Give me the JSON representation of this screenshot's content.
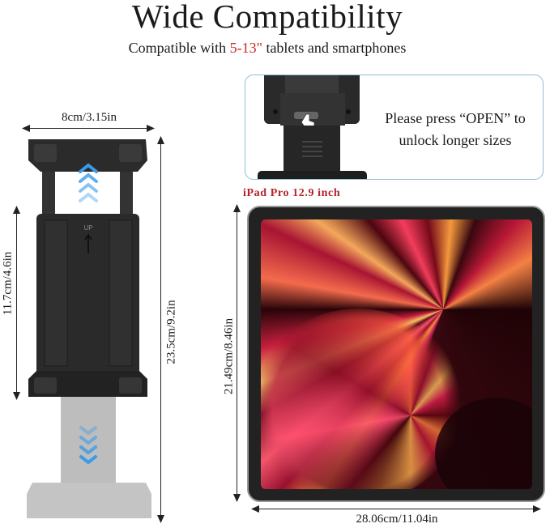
{
  "title": "Wide Compatibility",
  "subtitle": {
    "prefix": "Compatible with ",
    "highlight": "5-13\"",
    "suffix": " tablets and smartphones"
  },
  "callout": {
    "line1": "Please press “OPEN” to",
    "line2": "unlock longer sizes"
  },
  "ipad_label": "iPad Pro 12.9 inch",
  "holder_up_label": "UP",
  "dimensions": {
    "holder_width": "8cm/3.15in",
    "holder_closed_height": "11.7cm/4.6in",
    "holder_extended_height": "23.5cm/9.2in",
    "ipad_height": "21.49cm/8.46in",
    "ipad_width": "28.06cm/11.04in"
  },
  "colors": {
    "accent_red": "#c8282a",
    "arrow_blue": "#3a9be8",
    "callout_border": "#8fbfd0"
  }
}
